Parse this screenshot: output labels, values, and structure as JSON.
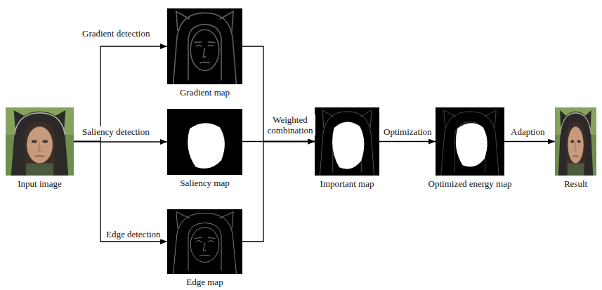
{
  "diagram": {
    "nodes": [
      {
        "text": [
          "Input image"
        ]
      },
      {
        "text": [
          "Gradient map"
        ]
      },
      {
        "text": [
          "Saliency map"
        ]
      },
      {
        "text": [
          "Edge map"
        ]
      },
      {
        "text": [
          "Important map"
        ]
      },
      {
        "text": [
          "Optimized energy map"
        ]
      },
      {
        "text": [
          "Result"
        ]
      }
    ],
    "edges": [
      {
        "from": 0,
        "to": 1,
        "arrow": "to",
        "label": "Gradient detection"
      },
      {
        "from": 0,
        "to": 2,
        "arrow": "to",
        "label": "Saliency detection"
      },
      {
        "from": 0,
        "to": 3,
        "arrow": "to",
        "label": "Edge detection"
      },
      {
        "from": 1,
        "to": 4,
        "arrow": "to"
      },
      {
        "from": 2,
        "to": 4,
        "arrow": "to",
        "label": "Weighted combination"
      },
      {
        "from": 3,
        "to": 4,
        "arrow": "to"
      },
      {
        "from": 4,
        "to": 5,
        "arrow": "to",
        "label": "Optimization"
      },
      {
        "from": 5,
        "to": 6,
        "arrow": "to",
        "label": "Adaption"
      }
    ]
  }
}
